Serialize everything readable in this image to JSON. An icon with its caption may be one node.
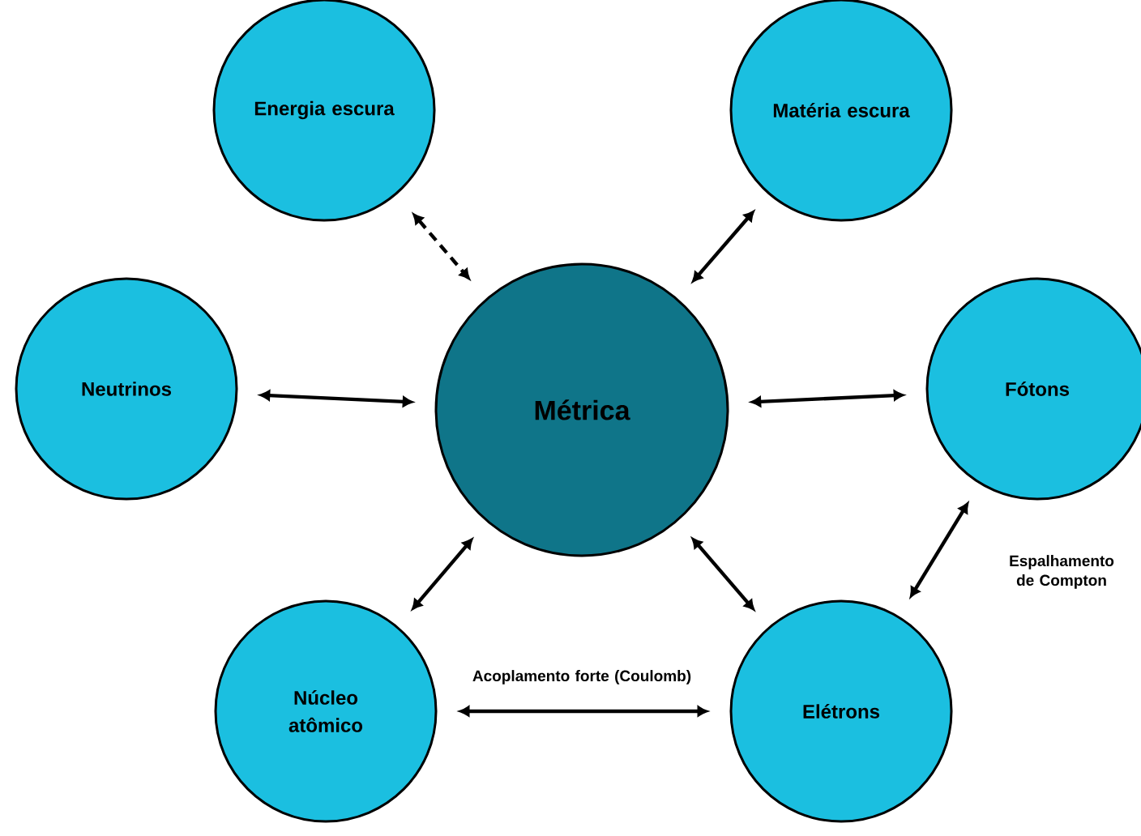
{
  "diagram": {
    "nodes": [
      {
        "text": [
          "Métrica"
        ]
      },
      {
        "text": [
          "Energia escura"
        ]
      },
      {
        "text": [
          "Matéria escura"
        ]
      },
      {
        "text": [
          "Neutrinos"
        ]
      },
      {
        "text": [
          "Fótons"
        ]
      },
      {
        "text": [
          "Núcleo atômico"
        ]
      },
      {
        "text": [
          "Elétrons"
        ]
      }
    ],
    "edges": [
      {
        "from": 1,
        "to": 0,
        "arrow": "both",
        "style": "dashed"
      },
      {
        "from": 2,
        "to": 0,
        "arrow": "both"
      },
      {
        "from": 3,
        "to": 0,
        "arrow": "both"
      },
      {
        "from": 4,
        "to": 0,
        "arrow": "both"
      },
      {
        "from": 5,
        "to": 0,
        "arrow": "both"
      },
      {
        "from": 6,
        "to": 0,
        "arrow": "both"
      },
      {
        "from": 5,
        "to": 6,
        "arrow": "both",
        "label": "Acoplamento forte (Coulomb)"
      },
      {
        "from": 6,
        "to": 4,
        "arrow": "both",
        "label": "Espalhamento de Compton"
      }
    ]
  }
}
